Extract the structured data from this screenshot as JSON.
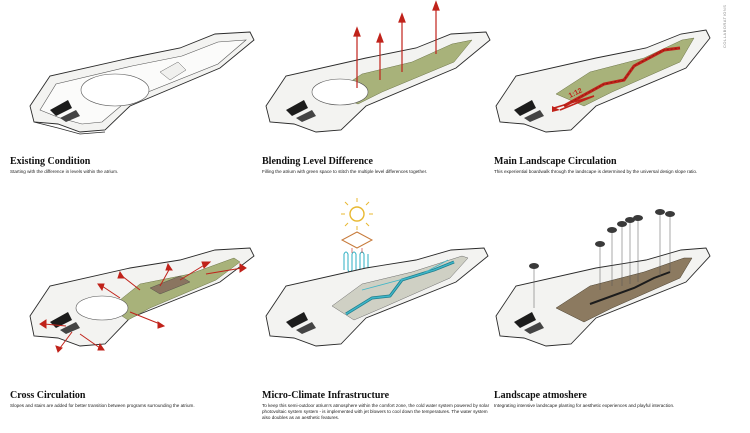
{
  "panels": [
    {
      "title": "Existing Condition",
      "description": "Starting with the difference in levels within the atrium."
    },
    {
      "title": "Blending Level Difference",
      "description": "Filling the atrium with green space to stitch the multiple level differences together."
    },
    {
      "title": "Main Landscape Circulation",
      "description": "This experiential boardwalk through the landscape is determined by the universal design slope ratio.",
      "slope_label": "1:12"
    },
    {
      "title": "Cross Circulation",
      "description": "Slopes and stairs are added for better transition between programs surrounding the atrium."
    },
    {
      "title": "Micro-Climate Infrastructure",
      "description": "To keep this semi-outdoor atrium's atmosphere within the comfort zone, the cold water system powered by solar photovoltaic system system - is implemented with jet blowers to cool down the temperatures. The water system also doubles as an aesthetic features."
    },
    {
      "title": "Landscape atmoshere",
      "description": "Integrating intensive landscape planting for aesthetic experiences and playful interaction."
    }
  ],
  "colors": {
    "outline": "#2a2a2a",
    "shell": "#f3f3f1",
    "green": "#a8b27a",
    "arrow_red": "#c0221a",
    "water_cyan": "#3fb6c8",
    "sun": "#e8b830",
    "dark": "#1c1c1c"
  },
  "side_label": "COLLABORATIONS"
}
